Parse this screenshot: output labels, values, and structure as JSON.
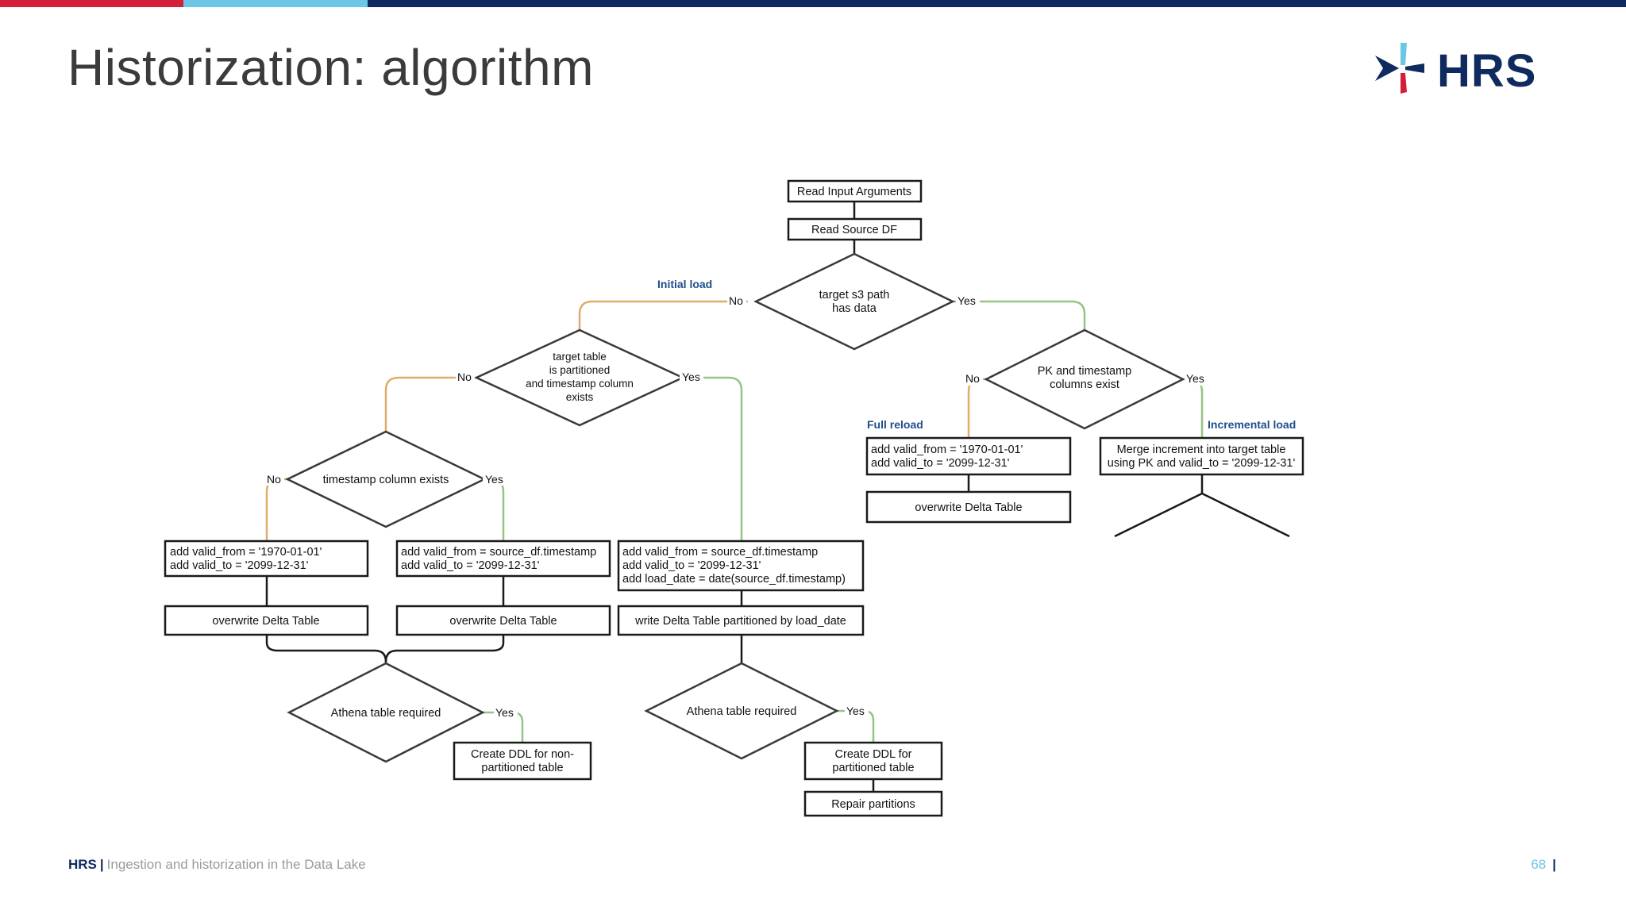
{
  "slide": {
    "title": "Historization: algorithm",
    "logo_text": "HRS",
    "footer_brand": "HRS",
    "footer_separator": "|",
    "footer_text": "Ingestion and historization in the Data Lake",
    "page_number": "68",
    "page_separator": "|"
  },
  "colors": {
    "accent_red": "#d51e39",
    "accent_cyan": "#6cc6e6",
    "brand_navy": "#0e2a5e",
    "no_branch": "#e0ac6c",
    "yes_branch": "#95c483",
    "note_blue": "#1f4e8c"
  },
  "flow": {
    "read_args": "Read Input Arguments",
    "read_source": "Read Source DF",
    "d_target_l1": "target s3 path",
    "d_target_l2": "has data",
    "d_partitioned_l1": "target table",
    "d_partitioned_l2": "is partitioned",
    "d_partitioned_l3": "and timestamp column",
    "d_partitioned_l4": "exists",
    "d_timestamp": "timestamp column exists",
    "d_pk_l1": "PK and timestamp",
    "d_pk_l2": "columns exist",
    "box_a_l1": "add valid_from = '1970-01-01'",
    "box_a_l2": "add valid_to = '2099-12-31'",
    "box_b_l1": "add valid_from = source_df.timestamp",
    "box_b_l2": "add valid_to = '2099-12-31'",
    "box_c_l1": "add valid_from = source_df.timestamp",
    "box_c_l2": "add valid_to = '2099-12-31'",
    "box_c_l3": "add load_date = date(source_df.timestamp)",
    "box_d_l1": "add valid_from = '1970-01-01'",
    "box_d_l2": "add valid_to = '2099-12-31'",
    "box_e_l1": "Merge increment into target table",
    "box_e_l2": "using PK and valid_to = '2099-12-31'",
    "overwrite_a": "overwrite Delta Table",
    "overwrite_b": "overwrite Delta Table",
    "write_partitioned": "write Delta Table partitioned by load_date",
    "overwrite_d": "overwrite Delta Table",
    "d_athena_1": "Athena table required",
    "d_athena_2": "Athena table required",
    "ddl_nonpart_l1": "Create DDL for non-",
    "ddl_nonpart_l2": "partitioned table",
    "ddl_part_l1": "Create DDL for",
    "ddl_part_l2": "partitioned table",
    "repair": "Repair partitions",
    "note_initial": "Initial load",
    "note_full": "Full reload",
    "note_incremental": "Incremental load",
    "lbl_no": "No",
    "lbl_yes": "Yes"
  }
}
